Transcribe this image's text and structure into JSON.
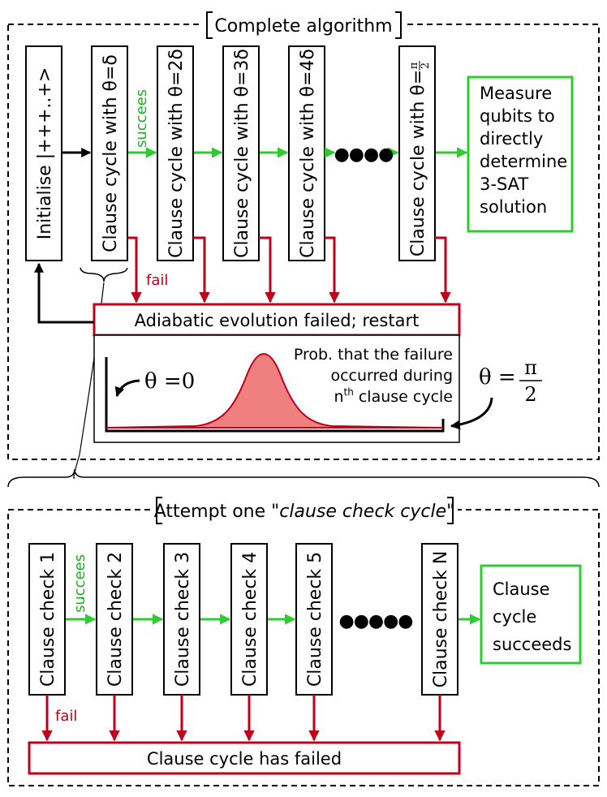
{
  "colors": {
    "green": "#2ecc2e",
    "red": "#c0001a",
    "black": "#000000",
    "curve_fill": "#f08080",
    "green_text": "#22aa22"
  },
  "top_section": {
    "title": "Complete algorithm",
    "init_box": "Initialise |+++..+>",
    "cycle_boxes": [
      "Clause cycle with θ=δ",
      "Clause cycle with θ=2δ",
      "Clause cycle with θ=3δ",
      "Clause cycle with θ=4δ"
    ],
    "last_cycle_prefix": "Clause cycle with θ=",
    "last_cycle_frac_num": "π",
    "last_cycle_frac_den": "2",
    "succees_label": "succees",
    "fail_label": "fail",
    "dots": "●●●●",
    "measure_box": [
      "Measure",
      "qubits to",
      "directly",
      "determine",
      "3-SAT",
      "solution"
    ],
    "failed_box": "Adiabatic evolution failed; restart",
    "prob_text": [
      "Prob. that the failure",
      "occurred during"
    ],
    "prob_text_n": "n",
    "prob_text_th": "th",
    "prob_text_rest": " clause cycle",
    "theta_zero": "θ =0",
    "theta_end_lhs": "θ =",
    "theta_end_num": "π",
    "theta_end_den": "2"
  },
  "bottom_section": {
    "title_prefix": "Attempt one ",
    "title_italic": "\"clause check cycle\"",
    "check_boxes": [
      "Clause check 1",
      "Clause check 2",
      "Clause check 3",
      "Clause check 4",
      "Clause check 5",
      "Clause check N"
    ],
    "succees_label": "succees",
    "fail_label": "fail",
    "dots": "●●●●●",
    "succeeds_box": [
      "Clause",
      "cycle",
      "succeeds"
    ],
    "failed_box": "Clause cycle has failed"
  }
}
